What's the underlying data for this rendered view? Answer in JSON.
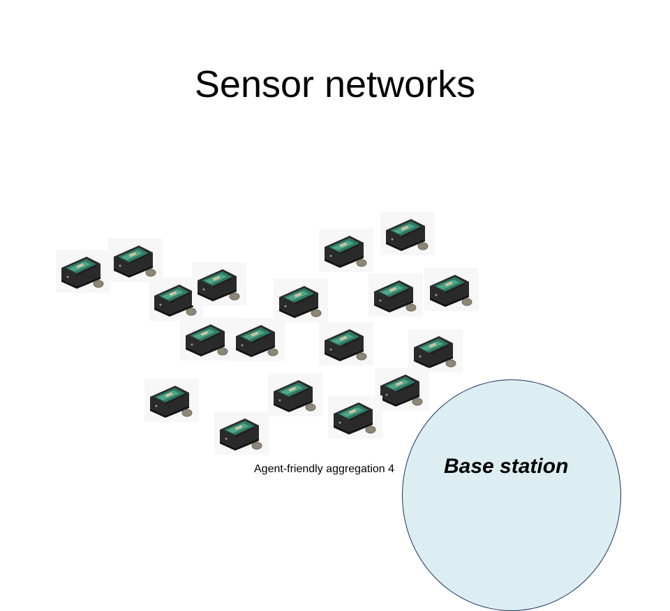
{
  "slide": {
    "title": "Sensor networks",
    "footer": "Agent-friendly aggregation 4",
    "base_station_label": "Base station"
  },
  "colors": {
    "base_station_fill": "#ddeef2",
    "base_station_border": "#1b2f5e",
    "mote_case": "#2a2a2a",
    "mote_board": "#2f7a63",
    "coin": "#8e8778"
  },
  "icons": {
    "sensor_mote": "sensor-mote-icon",
    "coin": "coin-icon"
  }
}
